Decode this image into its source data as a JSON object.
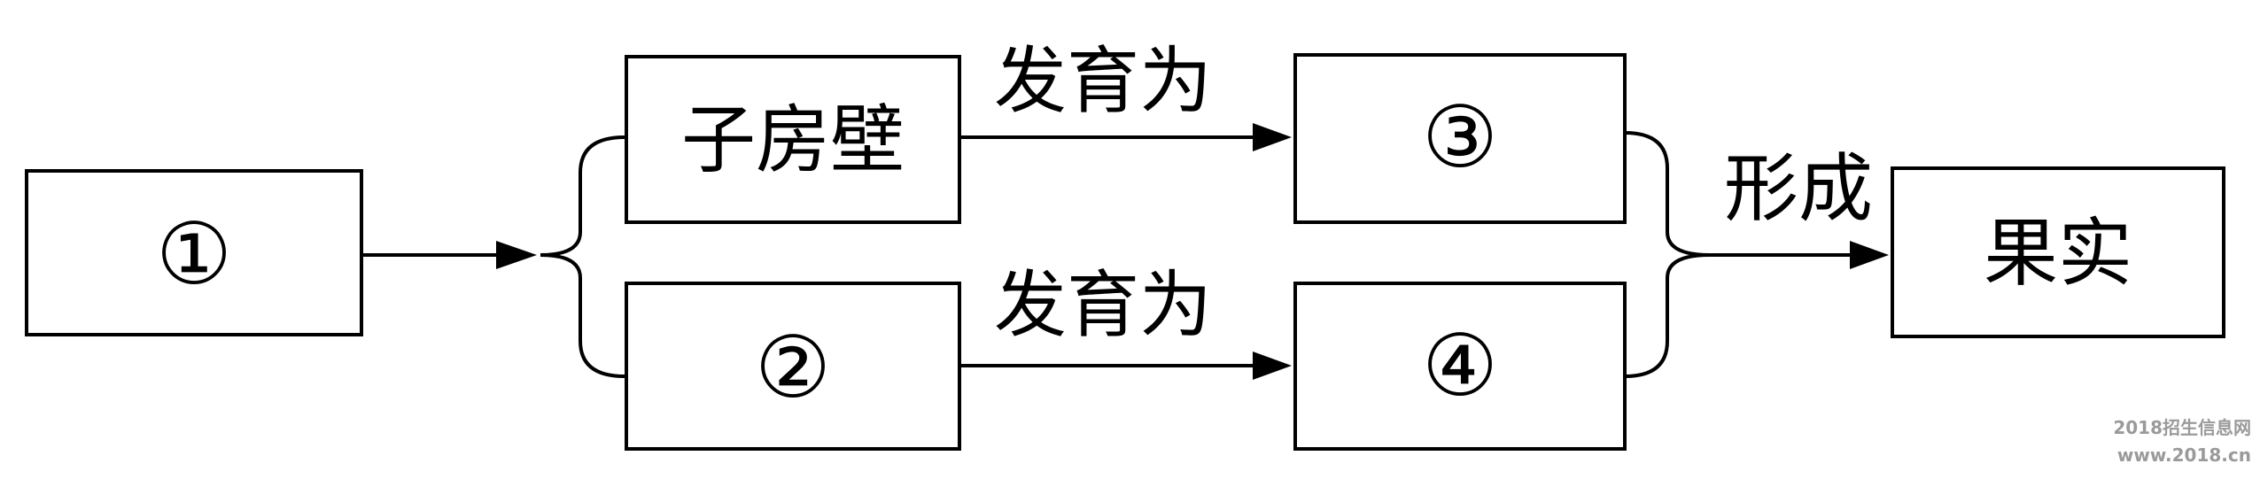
{
  "diagram": {
    "nodes": {
      "n1": "①",
      "ovary_wall": "子房壁",
      "n2": "②",
      "n3": "③",
      "n4": "④",
      "fruit": "果实"
    },
    "edges": {
      "top_label": "发育为",
      "bottom_label": "发育为",
      "merge_label": "形成"
    }
  },
  "watermark": {
    "line1": "2018招生信息网",
    "line2": "www.2018.cn"
  }
}
